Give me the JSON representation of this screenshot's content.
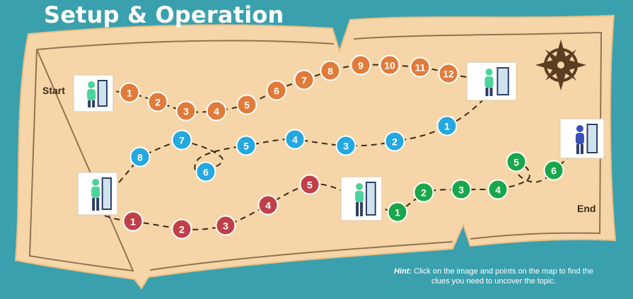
{
  "page": {
    "title": "Setup & Operation"
  },
  "map": {
    "start_label": "Start",
    "end_label": "End"
  },
  "hint": {
    "prefix": "Hint:",
    "text": "Click on the image and points on the map to find the clues you need to uncover the topic."
  },
  "colors": {
    "background": "#3aa0ad",
    "parchment": "#f6d6a8",
    "orange": "#e17b3a",
    "blue": "#25a7e0",
    "red": "#c0404a",
    "green": "#1aa64a",
    "path": "#3a2a18"
  },
  "icons": {
    "compass": "compass-rose-icon",
    "start_clue": "person-at-machine-icon",
    "orange_end_clue": "person-opening-door-icon",
    "blue_end_clue": "person-waving-at-door-icon",
    "red_end_clue": "person-at-desk-icon",
    "end_clue": "person-at-cabinet-icon"
  },
  "routes": [
    {
      "name": "orange",
      "color": "#e17b3a",
      "labels": [
        "1",
        "2",
        "3",
        "4",
        "5",
        "6",
        "7",
        "8",
        "9",
        "10",
        "11",
        "12"
      ]
    },
    {
      "name": "blue",
      "color": "#25a7e0",
      "labels": [
        "1",
        "2",
        "3",
        "4",
        "5",
        "6",
        "7",
        "8"
      ]
    },
    {
      "name": "red",
      "color": "#c0404a",
      "labels": [
        "1",
        "2",
        "3",
        "4",
        "5"
      ]
    },
    {
      "name": "green",
      "color": "#1aa64a",
      "labels": [
        "1",
        "2",
        "3",
        "4",
        "5",
        "6"
      ]
    }
  ]
}
